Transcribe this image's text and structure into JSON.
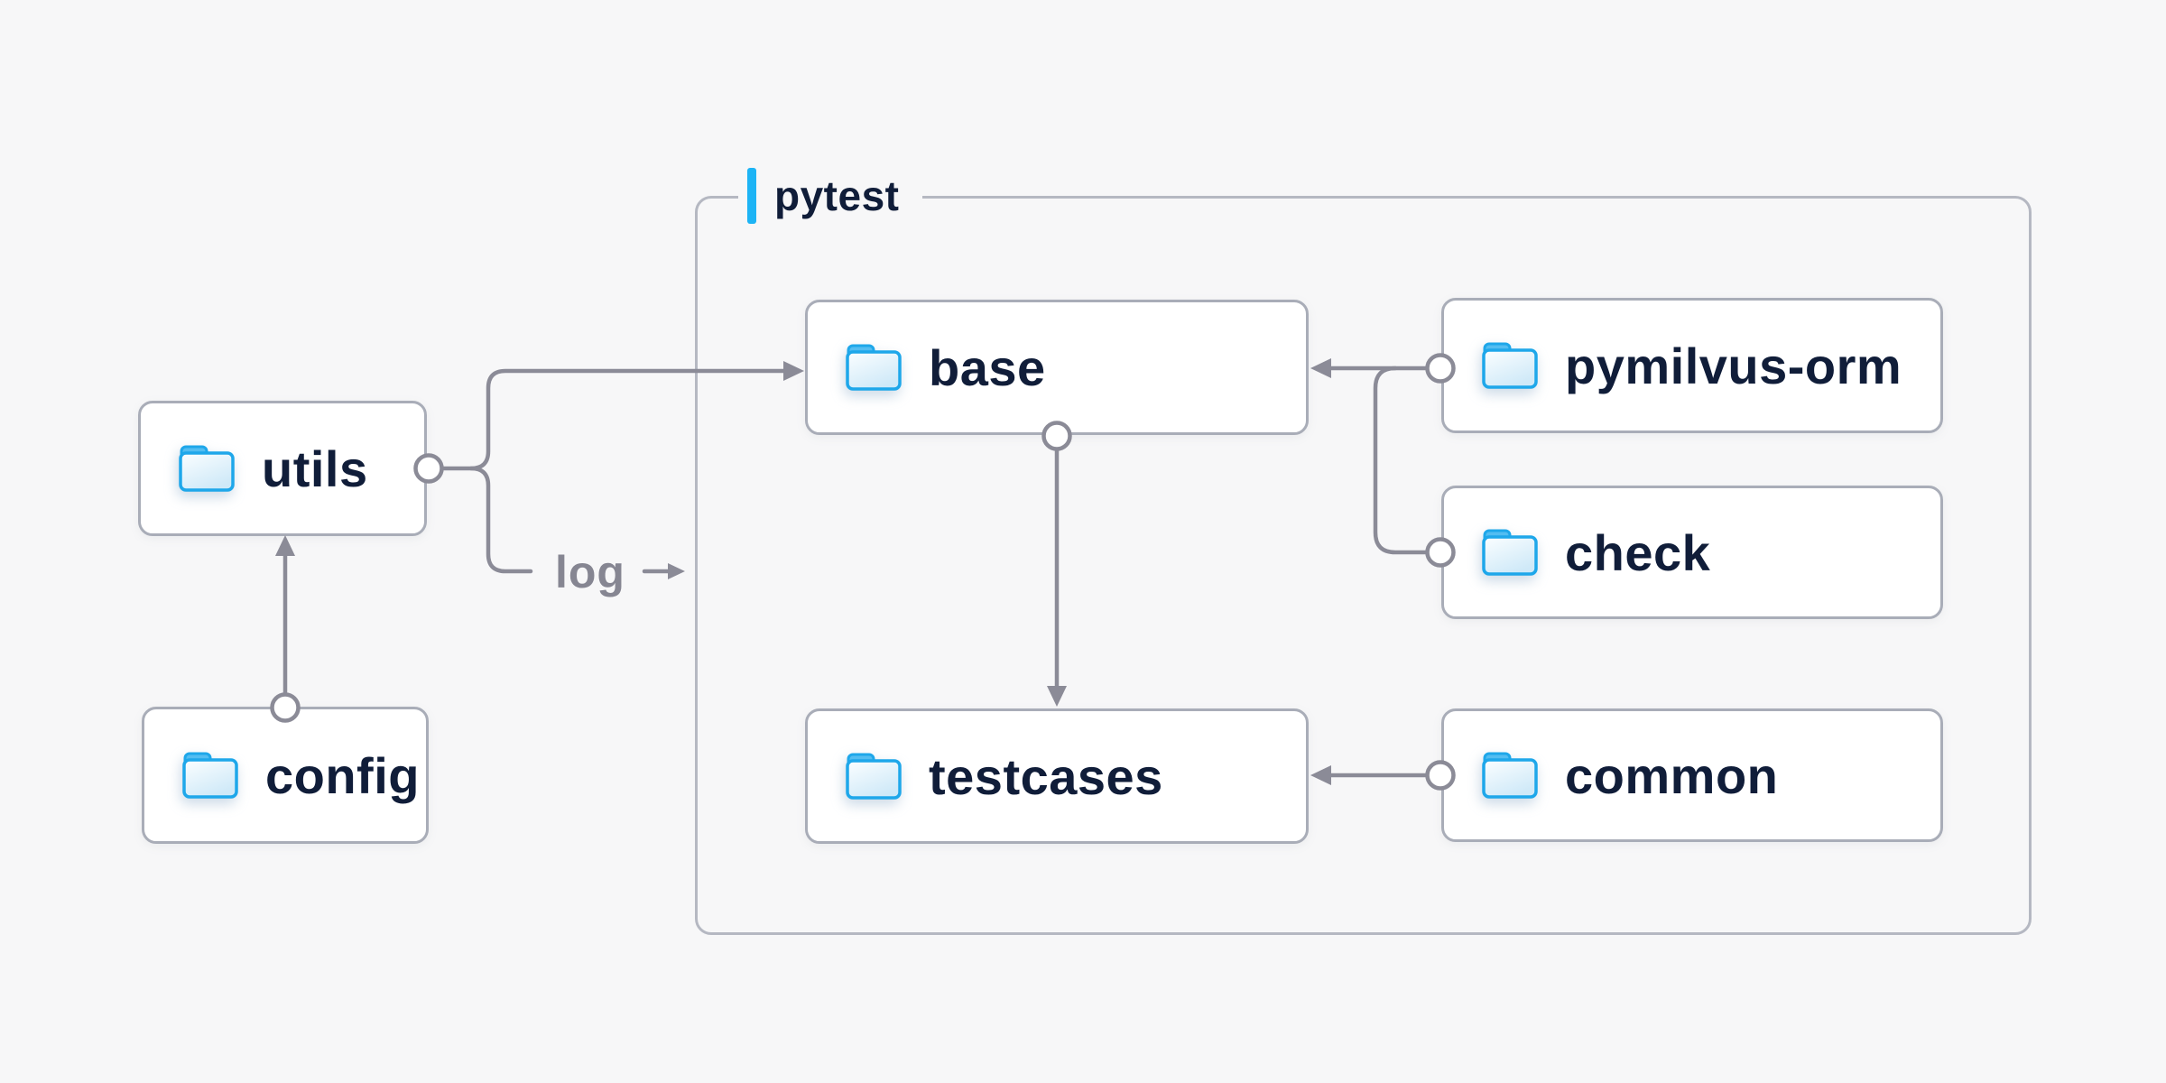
{
  "page": {
    "background": "#f7f7f8"
  },
  "colors": {
    "accent_blue": "#1db4f5",
    "folder_outline_blue": "#1ea7ea",
    "folder_tab_blue": "#53bdf1",
    "folder_fill_light": "#f8fcfe",
    "folder_fill_dark": "#cfe9f8",
    "connector_gray": "#8b8b97",
    "node_border_gray": "#a9adb8",
    "group_border_gray": "#b5b8c2",
    "text_navy": "#101d39",
    "muted_label_gray": "#868692",
    "node_background": "#ffffff"
  },
  "group": {
    "label": "pytest"
  },
  "nodes": {
    "utils": {
      "label": "utils",
      "icon": "folder-icon"
    },
    "config": {
      "label": "config",
      "icon": "folder-icon"
    },
    "base": {
      "label": "base",
      "icon": "folder-icon"
    },
    "pymilvus_orm": {
      "label": "pymilvus-orm",
      "icon": "folder-icon"
    },
    "check": {
      "label": "check",
      "icon": "folder-icon"
    },
    "testcases": {
      "label": "testcases",
      "icon": "folder-icon"
    },
    "common": {
      "label": "common",
      "icon": "folder-icon"
    }
  },
  "edges": {
    "label_log": "log",
    "list": [
      {
        "from": "config",
        "to": "utils"
      },
      {
        "from": "utils",
        "to": "base"
      },
      {
        "from": "utils",
        "to": "log",
        "label": "log"
      },
      {
        "from": "pymilvus-orm",
        "to": "base"
      },
      {
        "from": "check",
        "to": "base"
      },
      {
        "from": "base",
        "to": "testcases"
      },
      {
        "from": "common",
        "to": "testcases"
      }
    ]
  }
}
